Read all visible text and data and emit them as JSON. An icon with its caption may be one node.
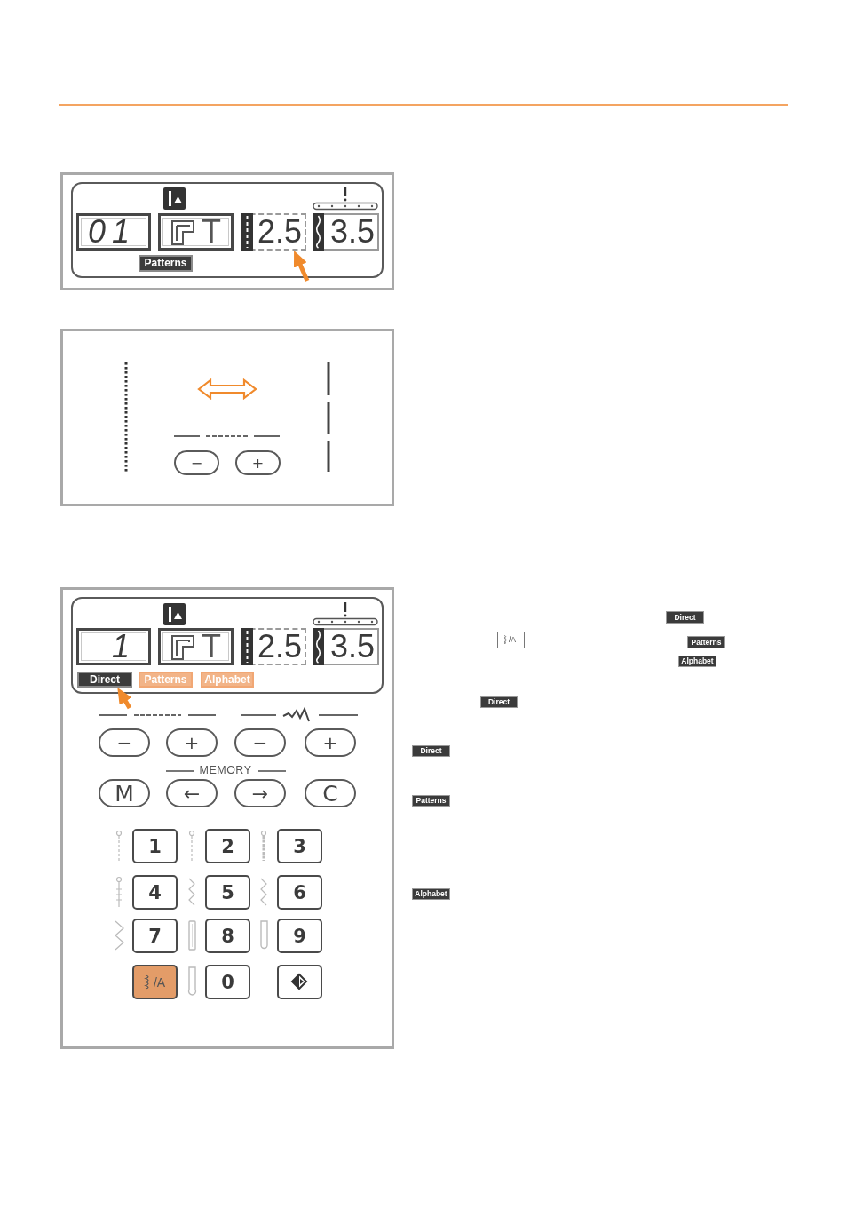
{
  "diagram": {
    "nodes": [
      {
        "text": [],
        "shape": "box"
      },
      {
        "text": [],
        "shape": "box",
        "in": 0
      },
      {
        "text": [
          "01"
        ],
        "in": 1
      },
      {
        "text": [
          "T"
        ],
        "in": 1
      },
      {
        "text": [
          "2.5"
        ],
        "in": 1
      },
      {
        "text": [
          "3.5"
        ],
        "in": 1
      },
      {
        "text": [
          "Patterns"
        ],
        "in": 1
      },
      {
        "text": [],
        "shape": "box"
      },
      {
        "text": [
          "−"
        ],
        "in": 7
      },
      {
        "text": [
          "+"
        ],
        "in": 7
      },
      {
        "text": [],
        "shape": "box"
      },
      {
        "text": [],
        "shape": "box",
        "in": 10
      },
      {
        "text": [
          "1"
        ],
        "in": 11
      },
      {
        "text": [
          "T"
        ],
        "in": 11
      },
      {
        "text": [
          "2.5"
        ],
        "in": 11
      },
      {
        "text": [
          "3.5"
        ],
        "in": 11
      },
      {
        "text": [
          "Direct"
        ],
        "in": 11
      },
      {
        "text": [
          "Patterns"
        ],
        "in": 11
      },
      {
        "text": [
          "Alphabet"
        ],
        "in": 11
      },
      {
        "text": [
          "−"
        ],
        "in": 10
      },
      {
        "text": [
          "+"
        ],
        "in": 10
      },
      {
        "text": [
          "−"
        ],
        "in": 10
      },
      {
        "text": [
          "+"
        ],
        "in": 10
      },
      {
        "text": [
          "M"
        ],
        "in": 10
      },
      {
        "text": [
          "←"
        ],
        "in": 10
      },
      {
        "text": [
          "→"
        ],
        "in": 10
      },
      {
        "text": [
          "C"
        ],
        "in": 10
      },
      {
        "text": [
          "1"
        ],
        "in": 10
      },
      {
        "text": [
          "2"
        ],
        "in": 10
      },
      {
        "text": [
          "3"
        ],
        "in": 10
      },
      {
        "text": [
          "4"
        ],
        "in": 10
      },
      {
        "text": [
          "5"
        ],
        "in": 10
      },
      {
        "text": [
          "6"
        ],
        "in": 10
      },
      {
        "text": [
          "7"
        ],
        "in": 10
      },
      {
        "text": [
          "8"
        ],
        "in": 10
      },
      {
        "text": [
          "9"
        ],
        "in": 10
      },
      {
        "text": [
          "/A"
        ],
        "in": 10
      },
      {
        "text": [
          "0"
        ],
        "in": 10
      },
      {
        "text": [],
        "shape": "box",
        "in": 10
      }
    ],
    "edges": [
      {
        "from": null,
        "to": 4,
        "arrow": "to"
      },
      {
        "from": null,
        "to": 16,
        "arrow": "to"
      }
    ],
    "labels": [
      "MEMORY",
      "Direct",
      "/A",
      "Patterns",
      "Alphabet",
      "Direct",
      "Direct",
      "Patterns",
      "Alphabet"
    ]
  }
}
